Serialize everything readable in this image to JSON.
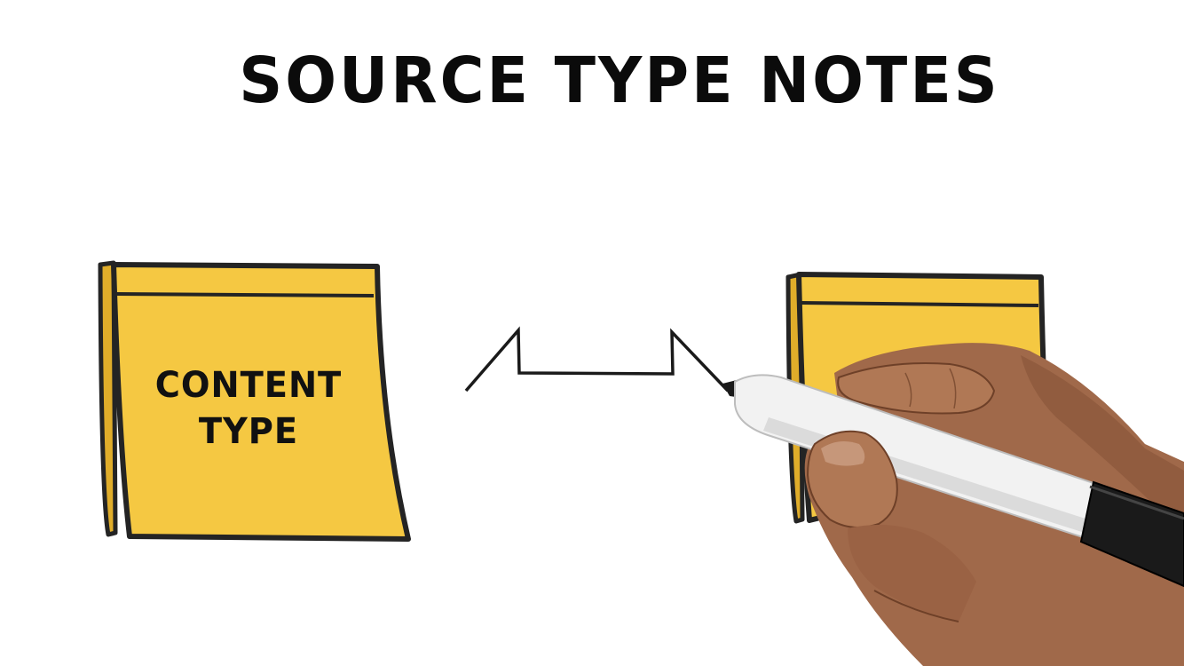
{
  "title": "SOURCE TYPE NOTES",
  "notes": [
    {
      "line1": "CONTENT",
      "line2": "TYPE"
    }
  ],
  "colors": {
    "background": "#ffffff",
    "sticky_note": "#f5c842",
    "sticky_note_shadow": "#e0ad2a",
    "ink": "#141414",
    "skin": "#a0694a",
    "marker_body": "#f2f2f2",
    "marker_cap": "#1a1a1a"
  }
}
